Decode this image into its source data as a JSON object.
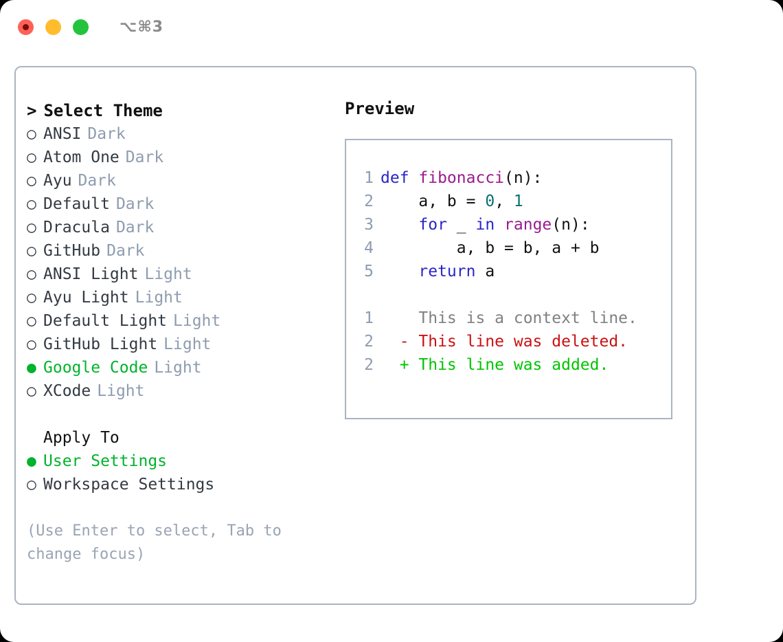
{
  "window": {
    "shortcut_label": "⌥⌘3",
    "traffic_lights": [
      {
        "name": "close",
        "color": "#ff6159"
      },
      {
        "name": "minimize",
        "color": "#ffbd2e"
      },
      {
        "name": "maximize",
        "color": "#24c33e"
      }
    ]
  },
  "colors": {
    "selected_green": "#00b32c",
    "badge_gray": "#8e9cb0",
    "hint_gray": "#99a4b4",
    "border": "#aab4c2",
    "keyword_blue": "#2a26c8",
    "function_magenta": "#9b1b8f",
    "number_teal": "#0a6f6f",
    "diff_delete_red": "#cc1111",
    "diff_add_green": "#00c400",
    "diff_context_gray": "#808080"
  },
  "left_panel": {
    "prompt_caret": ">",
    "title": "Select Theme",
    "marker_selected": "●",
    "marker_unselected": "○",
    "themes": [
      {
        "name": "ANSI",
        "variant": "Dark",
        "selected": false
      },
      {
        "name": "Atom One",
        "variant": "Dark",
        "selected": false
      },
      {
        "name": "Ayu",
        "variant": "Dark",
        "selected": false
      },
      {
        "name": "Default",
        "variant": "Dark",
        "selected": false
      },
      {
        "name": "Dracula",
        "variant": "Dark",
        "selected": false
      },
      {
        "name": "GitHub",
        "variant": "Dark",
        "selected": false
      },
      {
        "name": "ANSI Light",
        "variant": "Light",
        "selected": false
      },
      {
        "name": "Ayu Light",
        "variant": "Light",
        "selected": false
      },
      {
        "name": "Default Light",
        "variant": "Light",
        "selected": false
      },
      {
        "name": "GitHub Light",
        "variant": "Light",
        "selected": false
      },
      {
        "name": "Google Code",
        "variant": "Light",
        "selected": true
      },
      {
        "name": "XCode",
        "variant": "Light",
        "selected": false
      }
    ],
    "apply_to_heading": "Apply To",
    "apply_to_options": [
      {
        "name": "User Settings",
        "selected": true
      },
      {
        "name": "Workspace Settings",
        "selected": false
      }
    ],
    "hint": "(Use Enter to select, Tab to change focus)"
  },
  "right_panel": {
    "title": "Preview",
    "code_lines": [
      {
        "line_no": "1",
        "tokens": [
          {
            "text": "def ",
            "style": "kw"
          },
          {
            "text": "fibonacci",
            "style": "fn"
          },
          {
            "text": "(n):",
            "style": "pl"
          }
        ]
      },
      {
        "line_no": "2",
        "tokens": [
          {
            "text": "    a, b = ",
            "style": "pl"
          },
          {
            "text": "0",
            "style": "num"
          },
          {
            "text": ", ",
            "style": "pl"
          },
          {
            "text": "1",
            "style": "num"
          }
        ]
      },
      {
        "line_no": "3",
        "tokens": [
          {
            "text": "    ",
            "style": "pl"
          },
          {
            "text": "for",
            "style": "kw"
          },
          {
            "text": " _ ",
            "style": "pl"
          },
          {
            "text": "in",
            "style": "kw"
          },
          {
            "text": " ",
            "style": "pl"
          },
          {
            "text": "range",
            "style": "fn"
          },
          {
            "text": "(n):",
            "style": "pl"
          }
        ]
      },
      {
        "line_no": "4",
        "tokens": [
          {
            "text": "        a, b = b, a + b",
            "style": "pl"
          }
        ]
      },
      {
        "line_no": "5",
        "tokens": [
          {
            "text": "    ",
            "style": "pl"
          },
          {
            "text": "return",
            "style": "kw"
          },
          {
            "text": " a",
            "style": "pl"
          }
        ]
      }
    ],
    "diff_lines": [
      {
        "line_no": "1",
        "marker": " ",
        "text": " This is a context line.",
        "style": "ctx"
      },
      {
        "line_no": "2",
        "marker": "-",
        "text": " This line was deleted.",
        "style": "del"
      },
      {
        "line_no": "2",
        "marker": "+",
        "text": " This line was added.",
        "style": "add"
      }
    ]
  }
}
